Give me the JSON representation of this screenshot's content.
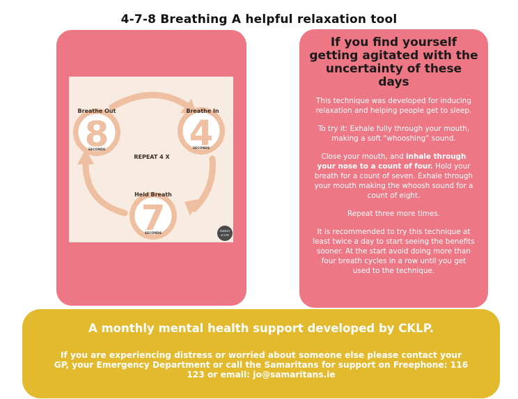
{
  "header": {
    "title": "4-7-8 Breathing A helpful relaxation tool"
  },
  "diagram": {
    "steps": [
      {
        "label": "Breathe Out",
        "number": "8",
        "unit": "SECONDS"
      },
      {
        "label": "Breathe In",
        "number": "4",
        "unit": "SECONDS"
      },
      {
        "label": "Held Breath",
        "number": "7",
        "unit": "SECONDS"
      }
    ],
    "repeat": "REPEAT 4 X",
    "badge": [
      "ENERGY",
      "SCOPE"
    ],
    "colors": {
      "accent": "#eebfa0",
      "background": "#f8ebe1",
      "text": "#3a2a22"
    }
  },
  "info": {
    "heading": "If you find yourself getting agitated with the uncertainty of these days",
    "intro": "This technique was developed for inducing relaxation and helping people get to sleep.",
    "try_it": "To try it:  Exhale fully through your mouth, making a soft “whooshing” sound.",
    "close_lead": "Close your mouth, and ",
    "close_bold": "inhale through your nose to a count of four.",
    "close_rest": " Hold your breath for a count of seven. Exhale through your mouth making the whoosh sound for a count of eight.",
    "repeat": "Repeat three more times.",
    "recommend": "It is recommended to try this technique at least twice a day to start seeing the benefits sooner. At the start avoid doing more than four breath cycles in a row until you get used to the technique."
  },
  "footer": {
    "headline": "A monthly mental health support developed by CKLP.",
    "contact": "If you are experiencing distress or worried about someone else please contact your GP, your Emergency Department or call the Samaritans for support on Freephone: 116 123 or email: jo@samaritans.ie"
  },
  "colors": {
    "card": "#ee7785",
    "footer": "#e3b92d"
  }
}
